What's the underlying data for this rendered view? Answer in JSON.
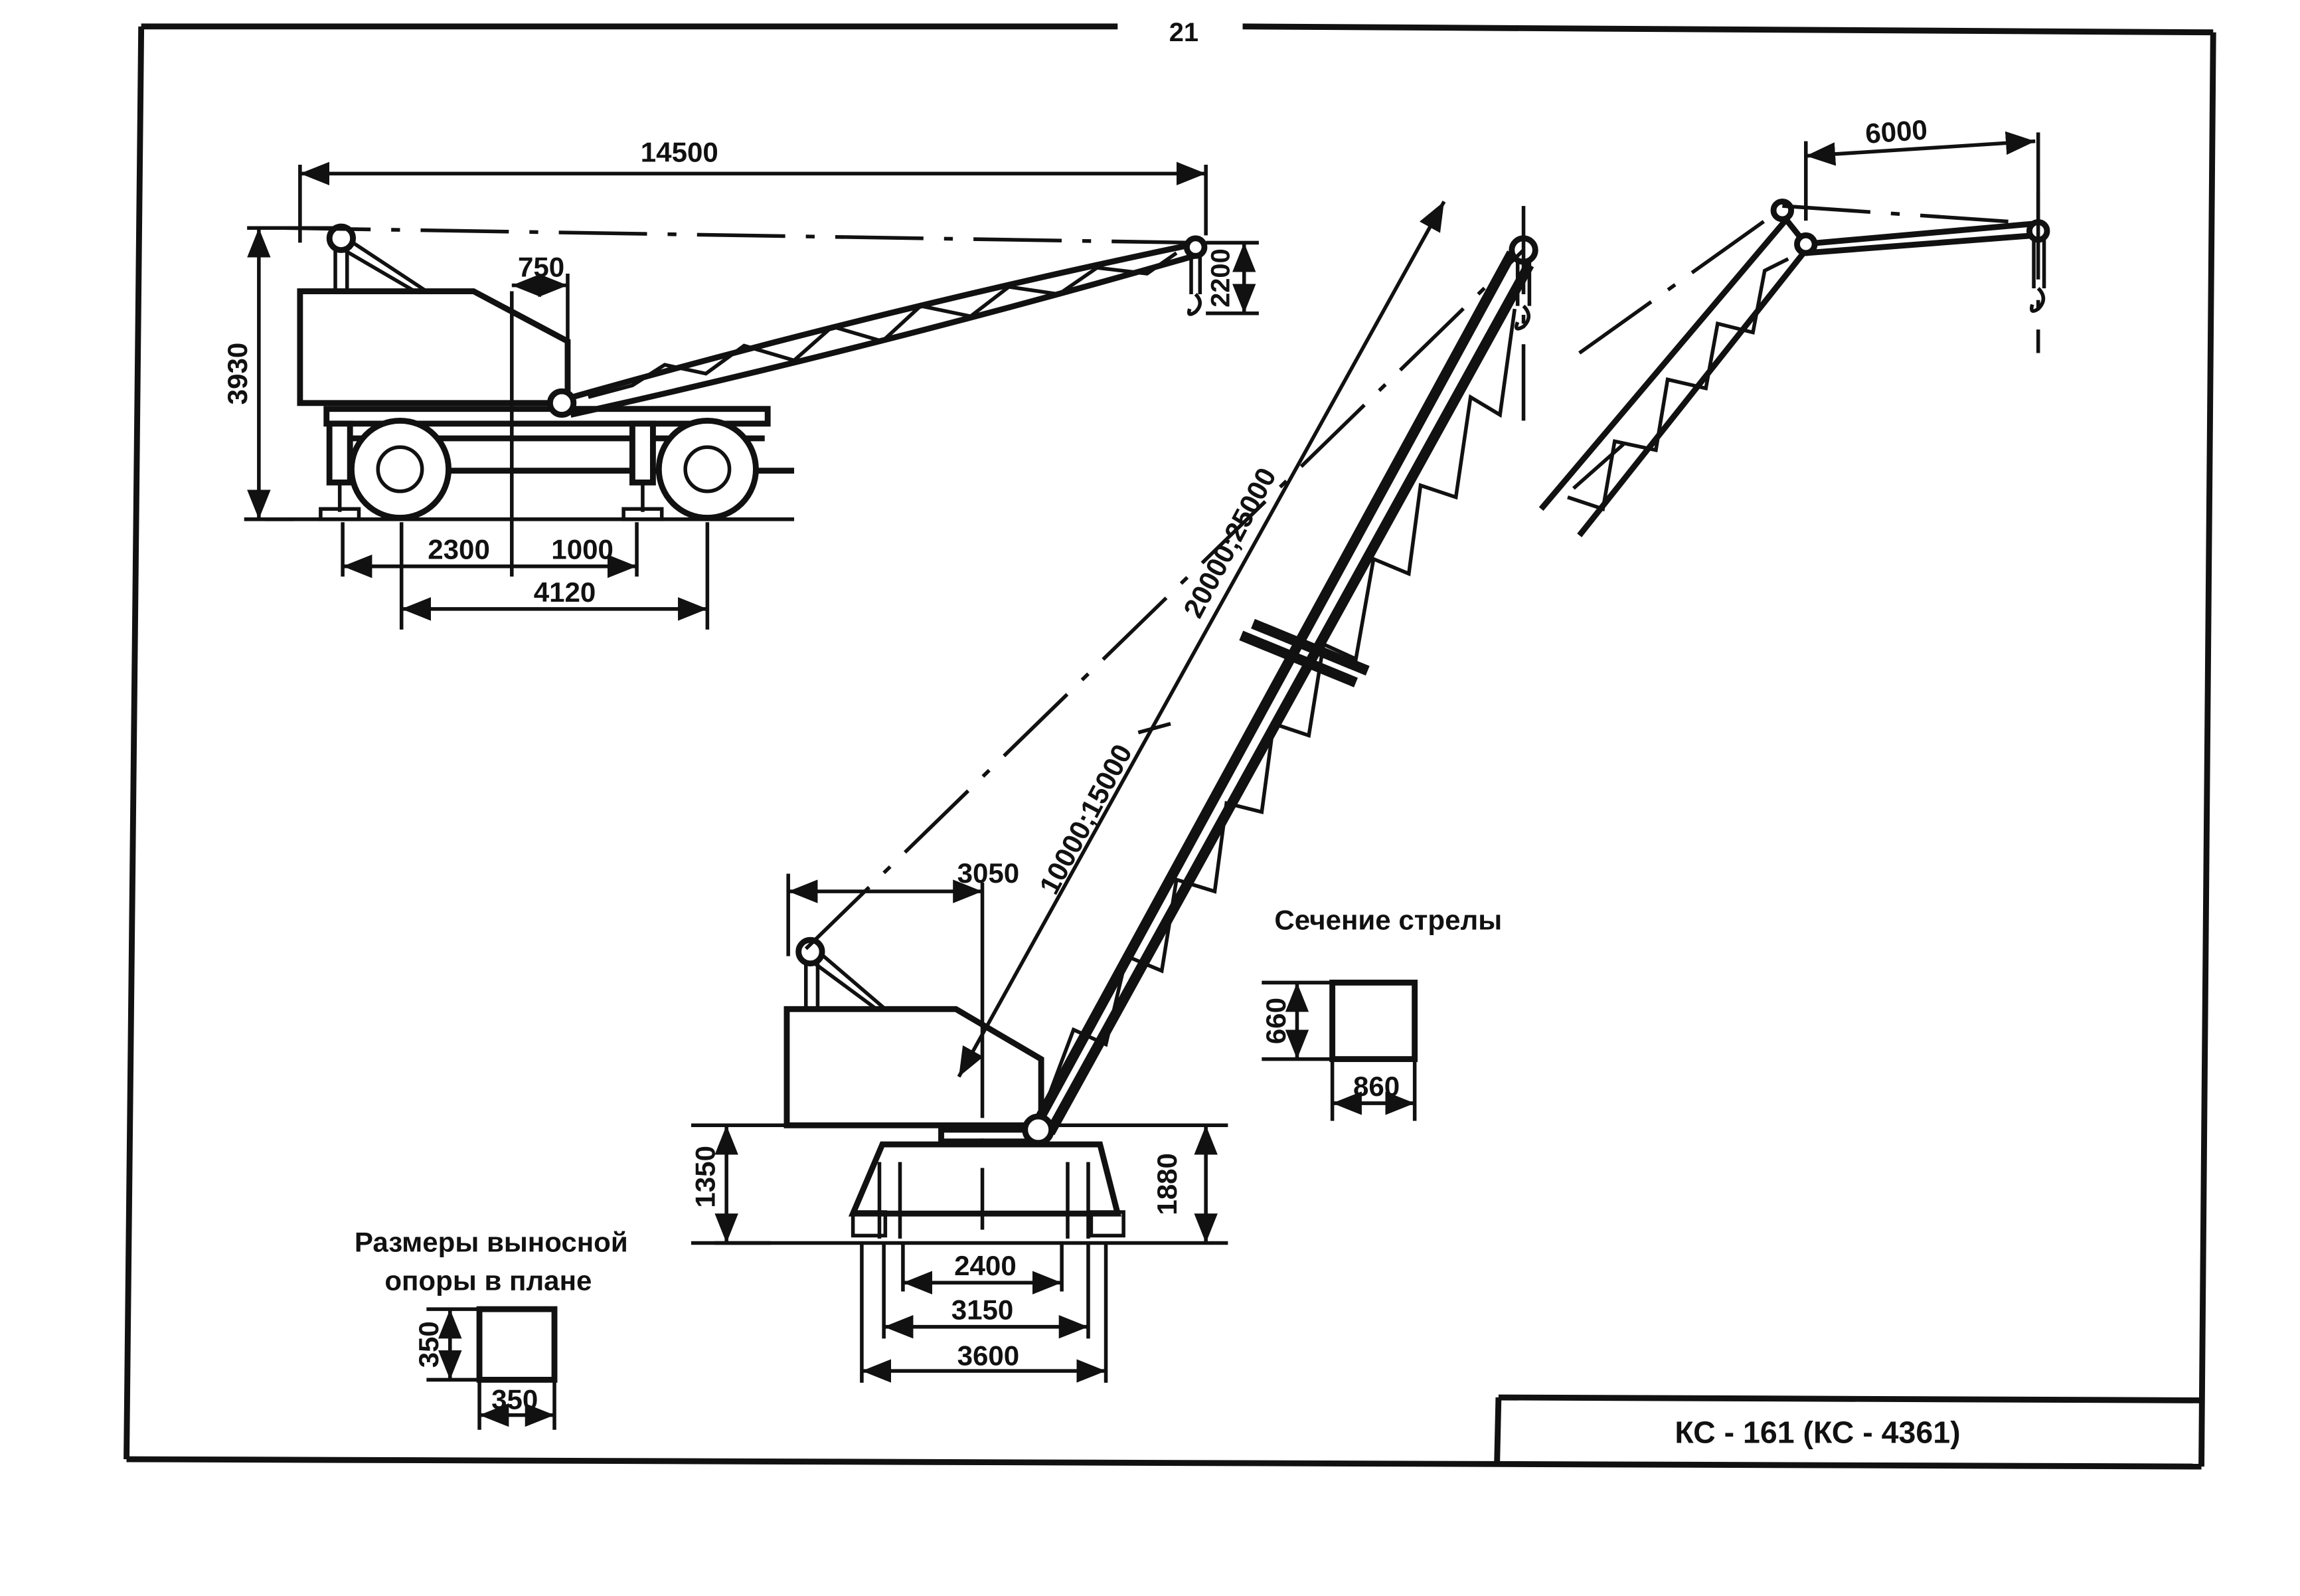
{
  "page_number": "21",
  "title_block": {
    "model": "КС - 161 (КС - 4361)"
  },
  "side_view": {
    "dimensions": {
      "overall_length": "14500",
      "height": "3930",
      "offset": "750",
      "hook_drop": "2200",
      "rear_axle_offset": "2300",
      "front_offset": "1000",
      "wheelbase": "4120"
    }
  },
  "raised_view": {
    "dimensions": {
      "boom_length_long": "20000;25000",
      "boom_length_short": "10000;15000",
      "pivot_offset": "3050",
      "pivot_height": "1350",
      "support_height": "1880",
      "track_inner": "2400",
      "track_mid": "3150",
      "track_outer": "3600"
    }
  },
  "jib_view": {
    "dimensions": {
      "jib_reach": "6000"
    }
  },
  "boom_section": {
    "label": "Сечение стрелы",
    "height": "660",
    "width": "860"
  },
  "outrigger_plan": {
    "label_line1": "Размеры выносной",
    "label_line2": "опоры в плане",
    "height": "350",
    "width": "350"
  }
}
